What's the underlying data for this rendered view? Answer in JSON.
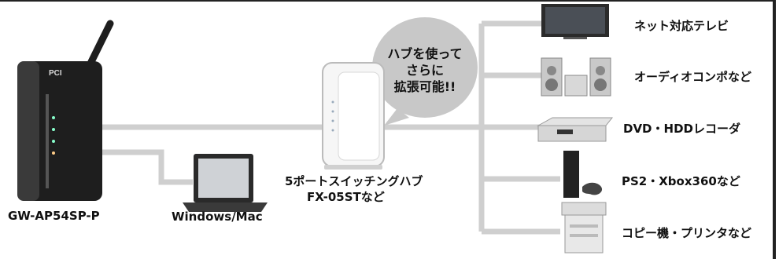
{
  "labels": {
    "router": "GW-AP54SP-P",
    "laptop": "Windows/Mac",
    "hub_line1": "5ポートスイッチングハブ",
    "hub_line2": "FX-05STなど",
    "tv": "ネット対応テレビ",
    "stereo": "オーディオコンポなど",
    "dvd": "DVD・HDDレコーダ",
    "console": "PS2・Xbox360など",
    "printer": "コピー機・プリンタなど"
  },
  "bubble": {
    "line1": "ハブを使って",
    "line2": "さらに",
    "line3": "拡張可能!!"
  },
  "colors": {
    "cable": "#cfcfcf",
    "bubble": "#c8c8c8",
    "device_dark": "#1e1e1e",
    "text": "#111111"
  }
}
